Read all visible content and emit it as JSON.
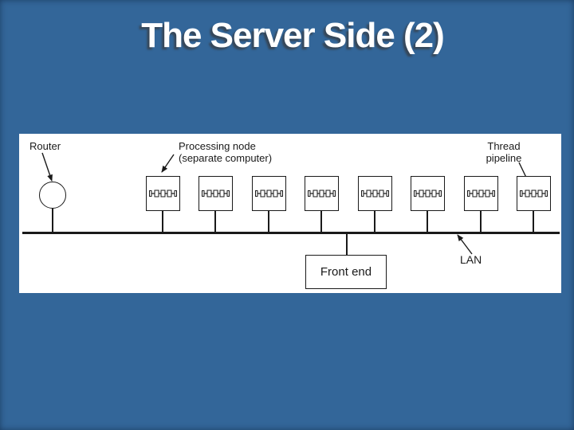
{
  "slide": {
    "title": "The Server Side (2)"
  },
  "colors": {
    "background": "#336699",
    "canvas": "#ffffff",
    "ink": "#1a1a1a",
    "title": "#ffffff"
  },
  "diagram": {
    "router_label": "Router",
    "processing_node_label_line1": "Processing node",
    "processing_node_label_line2": "(separate computer)",
    "thread_pipeline_label_line1": "Thread",
    "thread_pipeline_label_line2": "pipeline",
    "front_end_label": "Front end",
    "lan_label": "LAN",
    "processing_nodes": {
      "count": 8,
      "icon": "thread-chain-icon"
    }
  }
}
